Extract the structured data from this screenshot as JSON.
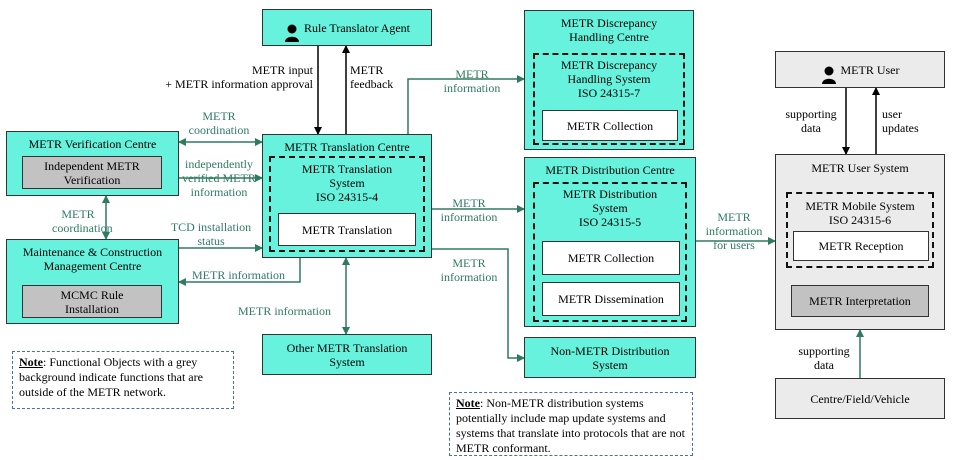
{
  "rule_translator_agent": "Rule Translator Agent",
  "metr_user": "METR User",
  "verification_centre": {
    "title": "METR Verification Centre",
    "inner": "Independent METR\nVerification"
  },
  "maintenance_centre": {
    "title": "Maintenance & Construction\nManagement Centre",
    "inner": "MCMC Rule\nInstallation"
  },
  "translation_centre": {
    "title": "METR Translation Centre",
    "system": "METR Translation\nSystem\nISO 24315-4",
    "function": "METR Translation"
  },
  "discrepancy_centre": {
    "title": "METR Discrepancy\nHandling Centre",
    "system": "METR Discrepancy\nHandling  System\nISO 24315-7",
    "function": "METR Collection"
  },
  "distribution_centre": {
    "title": "METR Distribution Centre",
    "system": "METR Distribution\nSystem\nISO 24315-5",
    "function1": "METR Collection",
    "function2": "METR Dissemination"
  },
  "other_translation": "Other METR Translation\nSystem",
  "non_metr_distribution": "Non-METR Distribution\nSystem",
  "user_system": {
    "title": "METR User System",
    "mobile": "METR Mobile System\nISO 24315-6",
    "reception": "METR Reception",
    "interpretation": "METR Interpretation"
  },
  "centre_field_vehicle": "Centre/Field/Vehicle",
  "labels": {
    "metr_input": "METR input\n+ METR information approval",
    "metr_feedback": "METR\nfeedback",
    "metr_coordination_top": "METR\ncoordination",
    "independently_verified": "independently\nverified METR\ninformation",
    "metr_coordination_left": "METR\ncoordination",
    "tcd_installation": "TCD installation\nstatus",
    "metr_information_left": "METR information",
    "metr_information_bottom": "METR information",
    "metr_information_discrepancy": "METR\ninformation",
    "metr_information_distribution": "METR\ninformation",
    "metr_information_nonmetr": "METR\ninformation",
    "metr_information_users": "METR\ninformation\nfor users",
    "supporting_data_top": "supporting\ndata",
    "user_updates": "user\nupdates",
    "supporting_data_bottom": "supporting\ndata"
  },
  "note_left": {
    "label": "Note",
    "text": ": Functional Objects with a grey background indicate functions that are outside of the METR network."
  },
  "note_bottom": {
    "label": "Note",
    "text": ": Non-METR distribution systems potentially include map update systems and systems that translate into protocols that are not METR conformant."
  },
  "colors": {
    "teal": "#66f2dc",
    "grey": "#c2c2c2",
    "light_grey": "#ebebeb",
    "arrow_green": "#2e7b5f"
  }
}
